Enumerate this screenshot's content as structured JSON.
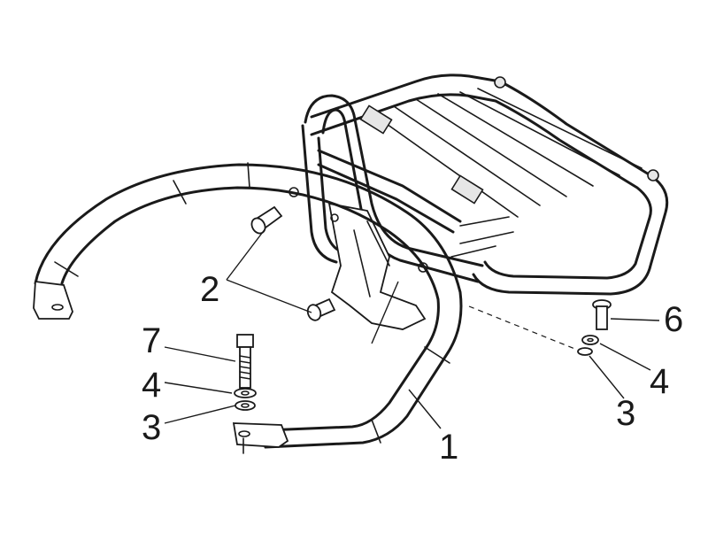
{
  "callouts": [
    {
      "id": "c2",
      "label": "2"
    },
    {
      "id": "c7",
      "label": "7"
    },
    {
      "id": "c4a",
      "label": "4"
    },
    {
      "id": "c3a",
      "label": "3"
    },
    {
      "id": "c1",
      "label": "1"
    },
    {
      "id": "c6",
      "label": "6"
    },
    {
      "id": "c4b",
      "label": "4"
    },
    {
      "id": "c3b",
      "label": "3"
    }
  ]
}
